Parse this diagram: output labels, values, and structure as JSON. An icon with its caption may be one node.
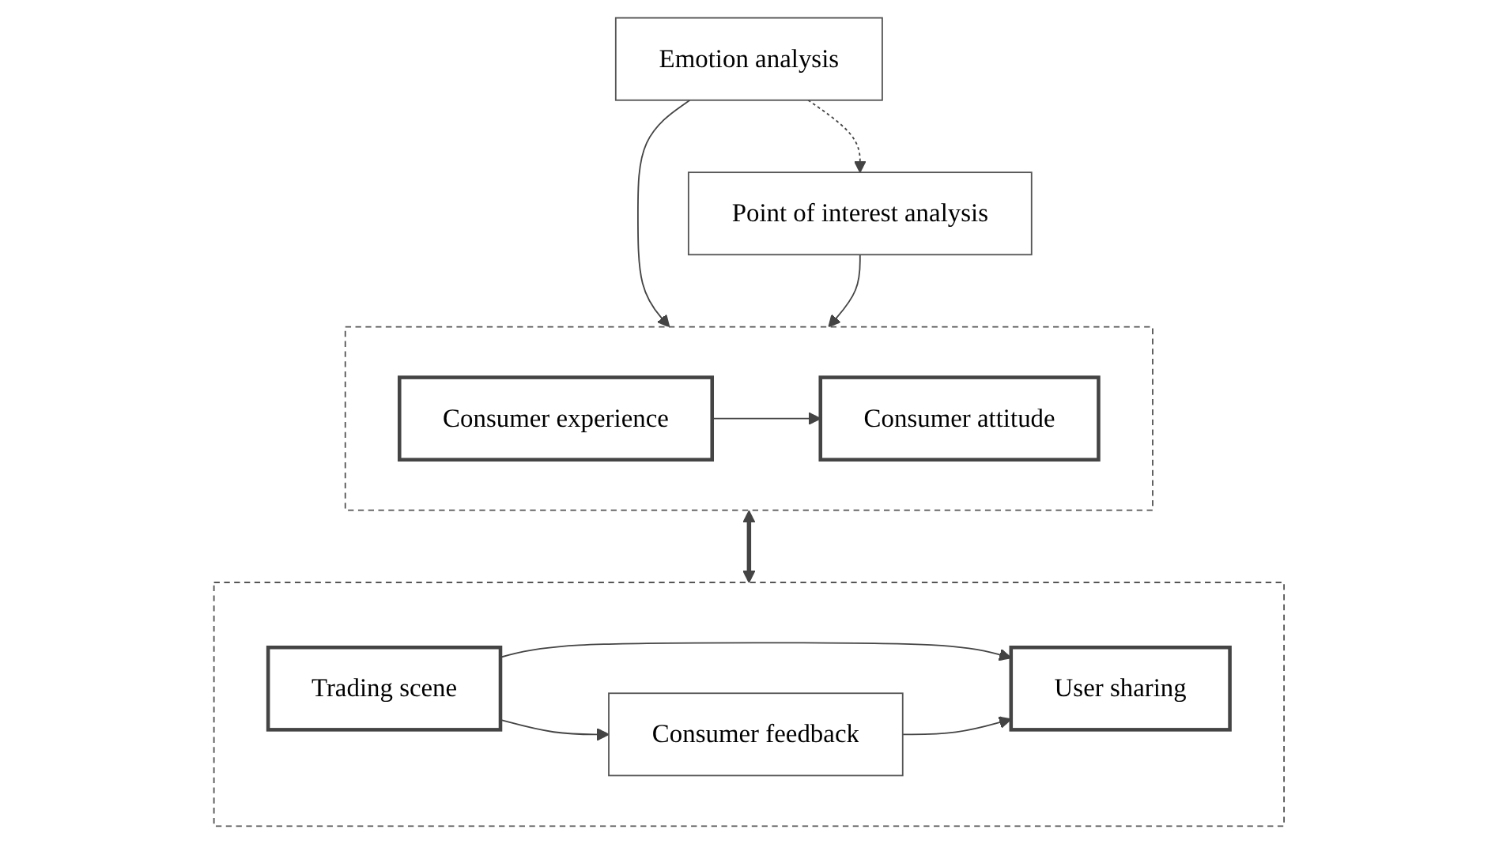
{
  "diagram": {
    "nodes": [
      {
        "text": [],
        "shape": "box"
      },
      {
        "text": [
          "Consumer experience"
        ],
        "in": 0
      },
      {
        "text": [
          "Consumer attitude"
        ],
        "in": 0
      },
      {
        "text": [
          "Emotion analysis"
        ]
      },
      {
        "text": [
          "Point of interest analysis"
        ]
      },
      {
        "text": [],
        "shape": "box"
      },
      {
        "text": [
          "Trading scene"
        ],
        "in": 5
      },
      {
        "text": [
          "User sharing"
        ],
        "in": 5
      },
      {
        "text": [
          "Consumer feedback"
        ],
        "in": 5
      }
    ],
    "edges": [
      {
        "from": 1,
        "to": 2,
        "arrow": "to"
      },
      {
        "from": 3,
        "to": 0,
        "arrow": "to"
      },
      {
        "from": 4,
        "to": 0,
        "arrow": "to"
      },
      {
        "from": 3,
        "to": 4,
        "arrow": "to",
        "style": "dashed"
      },
      {
        "from": 0,
        "to": 5,
        "arrow": "both",
        "style": "thick"
      },
      {
        "from": 6,
        "to": 7,
        "arrow": "to"
      },
      {
        "from": 6,
        "to": 8,
        "arrow": "to"
      },
      {
        "from": 8,
        "to": 7,
        "arrow": "to"
      }
    ]
  }
}
